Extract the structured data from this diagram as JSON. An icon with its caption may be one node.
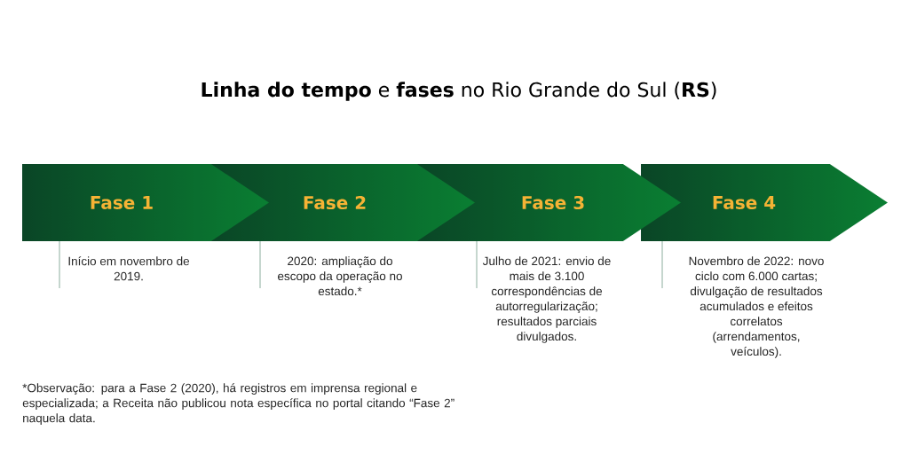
{
  "diagram": {
    "title": "**Linha do tempo** e **fases** no Rio Grande do Sul (**RS**)",
    "nodes": [
      {
        "text": [
          "Fase 1"
        ]
      },
      {
        "text": [
          "Fase 2"
        ]
      },
      {
        "text": [
          "Fase 3"
        ]
      },
      {
        "text": [
          "Fase 4"
        ]
      }
    ],
    "labels": [
      "Início em novembro de 2019.",
      "2020: ampliação do escopo da operação no estado.*",
      "Julho de 2021: envio de mais de 3.100 correspondências de autorregularização; resultados parciais divulgados.",
      "Novembro de 2022: novo ciclo com 6.000 cartas; divulgação de resultados acumulados e efeitos correlatos (arrendamentos, veículos).",
      "*Observação: para a Fase 2 (2020), há registros em imprensa regional e especializada; a Receita não publicou nota específica no portal citando “Fase 2” naquela data."
    ]
  }
}
